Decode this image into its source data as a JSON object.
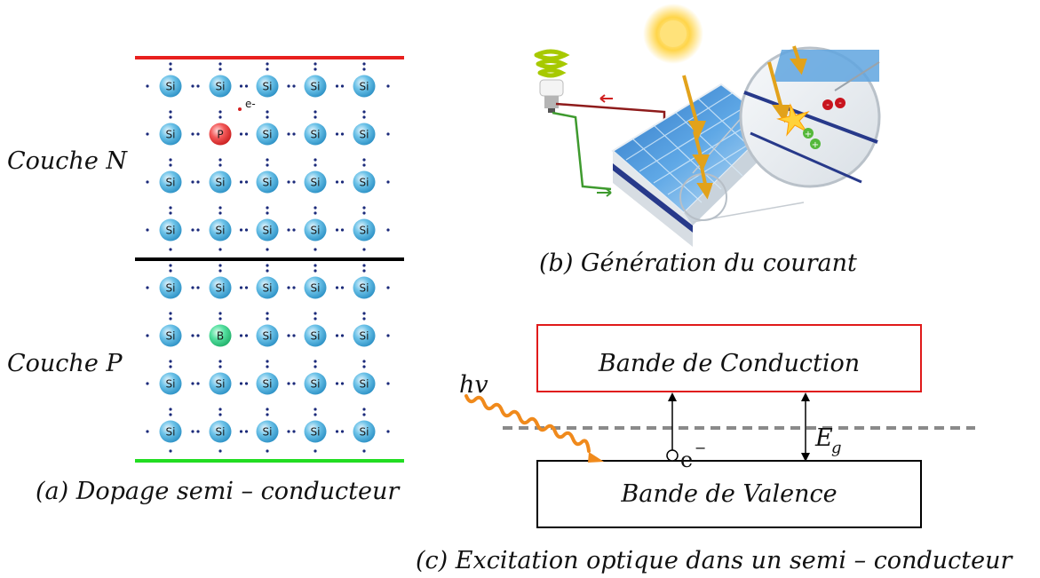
{
  "panel_a": {
    "label_n": "Couche N",
    "label_p": "Couche P",
    "caption": "(a) Dopage semi – conducteur",
    "atom_si": "Si",
    "atom_p": "P",
    "atom_b": "B",
    "free_electron": "e-",
    "colors": {
      "top_line": "#e8201e",
      "middle_line": "#000000",
      "bottom_line": "#22dd22",
      "si_atom": "#3aa8d8",
      "p_atom": "#ee2a2a",
      "b_atom": "#36d68a",
      "dot": "#1b2a7a"
    },
    "grid": {
      "rows_per_layer": 4,
      "columns": 5
    },
    "impurities": [
      {
        "layer": "N",
        "row": 2,
        "col": 2,
        "symbol": "P"
      },
      {
        "layer": "P",
        "row": 2,
        "col": 2,
        "symbol": "B"
      }
    ]
  },
  "panel_b": {
    "caption": "(b) Génération du courant",
    "charge_minus": "-",
    "charge_plus": "+"
  },
  "panel_c": {
    "conduction_band": "Bande de Conduction",
    "valence_band": "Bande de Valence",
    "photon": "hv",
    "electron": "e",
    "electron_sup": "−",
    "gap": "E",
    "gap_sub": "g",
    "caption": "(c) Excitation optique dans un semi – conducteur",
    "colors": {
      "conduction_border": "#e01a1a",
      "valence_border": "#000000",
      "photon_wave": "#f08a1c",
      "fermi_line": "#8a8a8a"
    }
  }
}
